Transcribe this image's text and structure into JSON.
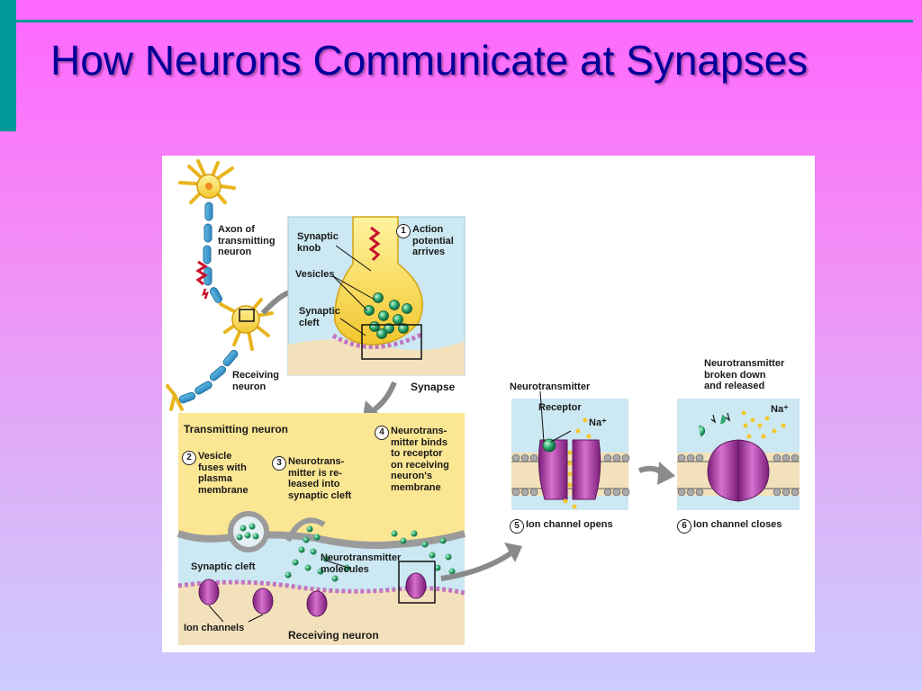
{
  "slide": {
    "title": "How Neurons Communicate at Synapses",
    "title_color": "#000099",
    "accent_color": "#009999"
  },
  "figure": {
    "labels": {
      "axon": "Axon of\ntransmitting\nneuron",
      "receiving_neuron": "Receiving\nneuron",
      "synaptic_knob": "Synaptic\nknob",
      "vesicles": "Vesicles",
      "synaptic_cleft_top": "Synaptic\ncleft",
      "synapse": "Synapse",
      "transmitting_neuron": "Transmitting neuron",
      "synaptic_cleft_bottom": "Synaptic cleft",
      "nt_molecules": "Neurotransmitter\nmolecules",
      "ion_channels": "Ion channels",
      "receiving_neuron_bottom": "Receiving neuron",
      "neurotransmitter": "Neurotransmitter",
      "receptor": "Receptor",
      "na1": "Na⁺",
      "nt_broken": "Neurotransmitter\nbroken down\nand released",
      "na2": "Na⁺"
    },
    "steps": [
      {
        "num": "1",
        "text": "Action\npotential\narrives"
      },
      {
        "num": "2",
        "text": "Vesicle\nfuses with\nplasma\nmembrane"
      },
      {
        "num": "3",
        "text": "Neurotrans-\nmitter is re-\nleased into\nsynaptic cleft"
      },
      {
        "num": "4",
        "text": "Neurotrans-\nmitter binds\nto receptor\non receiving\nneuron's\nmembrane"
      },
      {
        "num": "5",
        "text": "Ion channel opens"
      },
      {
        "num": "6",
        "text": "Ion channel closes"
      }
    ]
  }
}
